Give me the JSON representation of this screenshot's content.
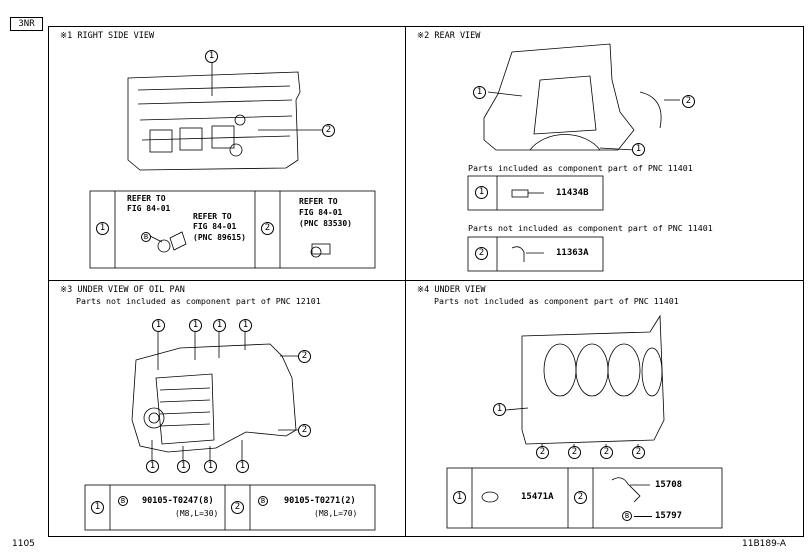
{
  "page": {
    "model_tag": "3NR",
    "page_number": "1105",
    "figure_code": "11B189-A"
  },
  "panel1": {
    "title": "※1 RIGHT SIDE VIEW",
    "callouts": [
      "1",
      "2"
    ],
    "table": {
      "row1_num": "1",
      "ref_a_line1": "REFER TO",
      "ref_a_line2": "FIG 84-01",
      "ref_b_line1": "REFER TO",
      "ref_b_line2": "FIG 84-01",
      "ref_b_line3": "(PNC 89615)",
      "badge": "B",
      "row2_num": "2",
      "ref_c_line1": "REFER TO",
      "ref_c_line2": "FIG 84-01",
      "ref_c_line3": "(PNC 83530)"
    }
  },
  "panel2": {
    "title": "※2 REAR VIEW",
    "callouts": [
      "1",
      "2",
      "1"
    ],
    "included_note": "Parts included as component part of PNC 11401",
    "included_num": "1",
    "included_part": "11434B",
    "not_included_note": "Parts not included as component part of PNC 11401",
    "not_included_num": "2",
    "not_included_part": "11363A"
  },
  "panel3": {
    "title": "※3 UNDER VIEW OF OIL PAN",
    "note": "Parts not included as component part of PNC 12101",
    "callouts": [
      "1",
      "1",
      "1",
      "1",
      "2",
      "2",
      "1",
      "1",
      "1",
      "1"
    ],
    "table": {
      "num1": "1",
      "badge1": "B",
      "part1": "90105-T0247(8)",
      "spec1": "(M8,L=30)",
      "num2": "2",
      "badge2": "B",
      "part2": "90105-T0271(2)",
      "spec2": "(M8,L=70)"
    }
  },
  "panel4": {
    "title": "※4 UNDER VIEW",
    "note": "Parts not included as component part of PNC 11401",
    "callouts": [
      "1",
      "2",
      "2",
      "2",
      "2"
    ],
    "table": {
      "num1": "1",
      "part1": "15471A",
      "num2": "2",
      "part2a": "15708",
      "badge": "B",
      "part2b": "15797"
    }
  }
}
